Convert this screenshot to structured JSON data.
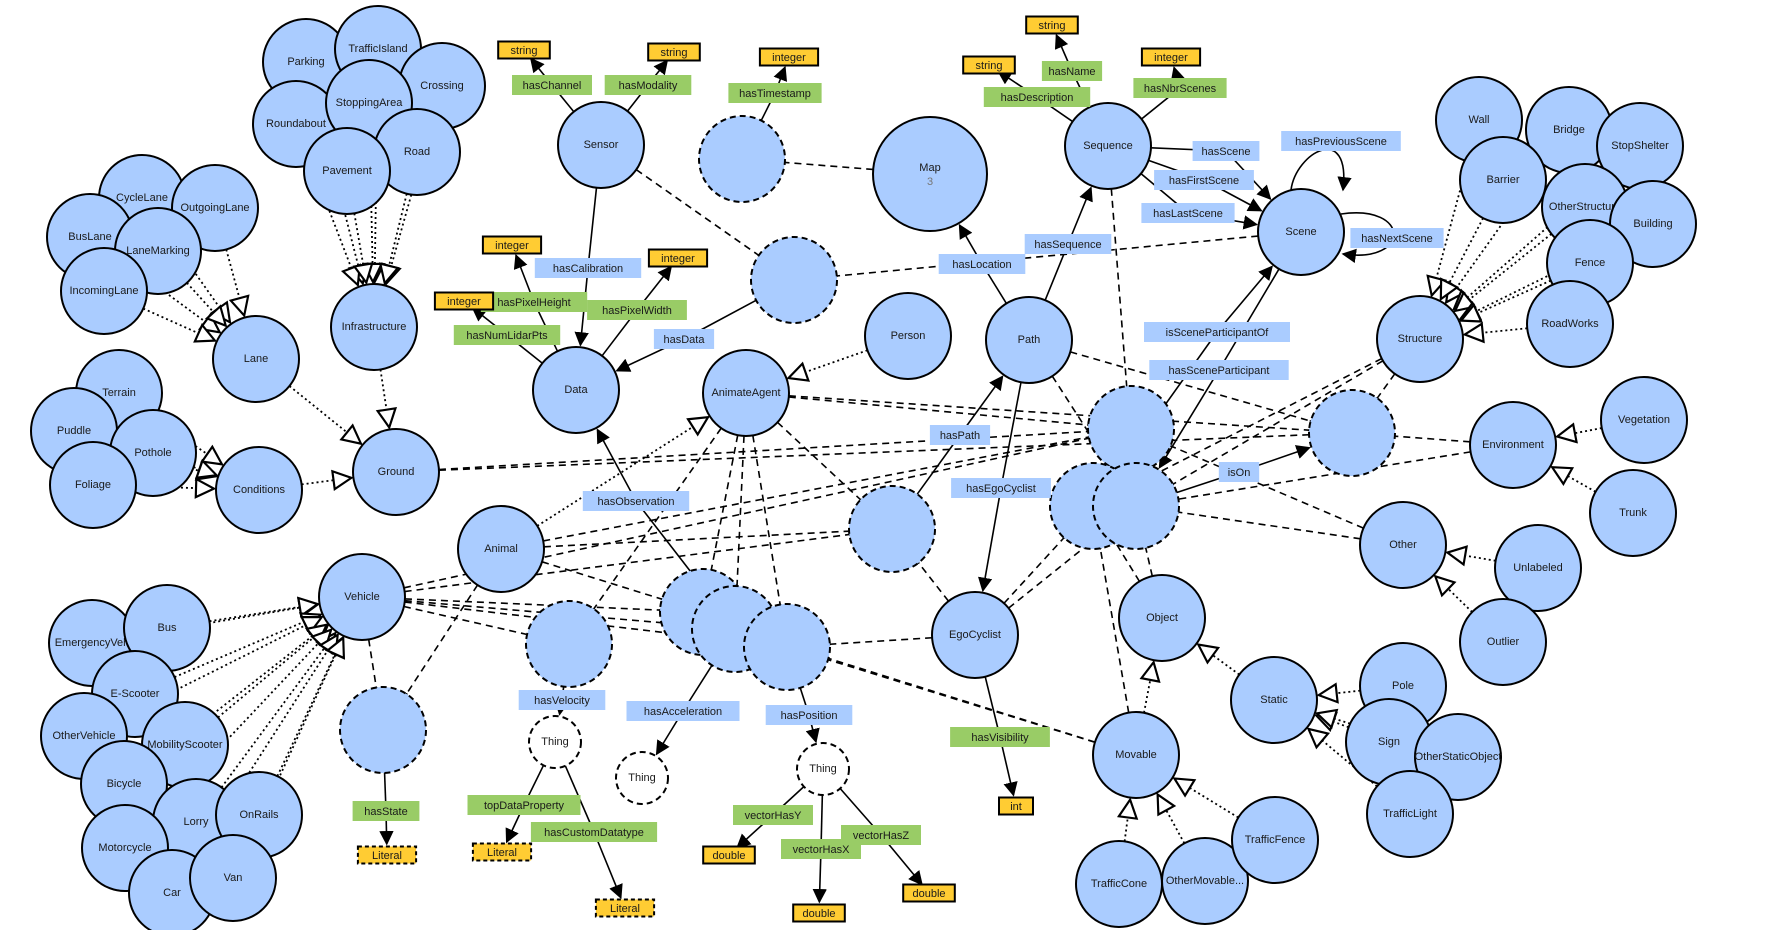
{
  "title": "Cycling scene ontology graph",
  "classes": [
    {
      "id": "parking",
      "label": "Parking"
    },
    {
      "id": "trafficisland",
      "label": "TrafficIsland"
    },
    {
      "id": "crossing",
      "label": "Crossing"
    },
    {
      "id": "roundabout",
      "label": "Roundabout"
    },
    {
      "id": "stoppingarea",
      "label": "StoppingArea"
    },
    {
      "id": "road",
      "label": "Road"
    },
    {
      "id": "pavement",
      "label": "Pavement"
    },
    {
      "id": "infrastructure",
      "label": "Infrastructure"
    },
    {
      "id": "cyclelane",
      "label": "CycleLane"
    },
    {
      "id": "outgoinglane",
      "label": "OutgoingLane"
    },
    {
      "id": "buslane",
      "label": "BusLane"
    },
    {
      "id": "lanemarking",
      "label": "LaneMarking"
    },
    {
      "id": "incominglane",
      "label": "IncomingLane"
    },
    {
      "id": "lane",
      "label": "Lane"
    },
    {
      "id": "terrain",
      "label": "Terrain"
    },
    {
      "id": "puddle",
      "label": "Puddle"
    },
    {
      "id": "pothole",
      "label": "Pothole"
    },
    {
      "id": "foliage",
      "label": "Foliage"
    },
    {
      "id": "conditions",
      "label": "Conditions"
    },
    {
      "id": "ground",
      "label": "Ground"
    },
    {
      "id": "sensor",
      "label": "Sensor"
    },
    {
      "id": "data",
      "label": "Data"
    },
    {
      "id": "map",
      "label": "Map",
      "sub": "3"
    },
    {
      "id": "sequence",
      "label": "Sequence"
    },
    {
      "id": "scene",
      "label": "Scene"
    },
    {
      "id": "person",
      "label": "Person"
    },
    {
      "id": "path",
      "label": "Path"
    },
    {
      "id": "animateagent",
      "label": "AnimateAgent"
    },
    {
      "id": "animal",
      "label": "Animal"
    },
    {
      "id": "vehicle",
      "label": "Vehicle"
    },
    {
      "id": "egocyclist",
      "label": "EgoCyclist"
    },
    {
      "id": "object",
      "label": "Object"
    },
    {
      "id": "movable",
      "label": "Movable"
    },
    {
      "id": "static",
      "label": "Static"
    },
    {
      "id": "structure",
      "label": "Structure"
    },
    {
      "id": "environment",
      "label": "Environment"
    },
    {
      "id": "other",
      "label": "Other"
    },
    {
      "id": "wall",
      "label": "Wall"
    },
    {
      "id": "bridge",
      "label": "Bridge"
    },
    {
      "id": "stopshelter",
      "label": "StopShelter"
    },
    {
      "id": "barrier",
      "label": "Barrier"
    },
    {
      "id": "otherstructure",
      "label": "OtherStructure"
    },
    {
      "id": "building",
      "label": "Building"
    },
    {
      "id": "fence",
      "label": "Fence"
    },
    {
      "id": "roadworks",
      "label": "RoadWorks"
    },
    {
      "id": "vegetation",
      "label": "Vegetation"
    },
    {
      "id": "trunk",
      "label": "Trunk"
    },
    {
      "id": "unlabeled",
      "label": "Unlabeled"
    },
    {
      "id": "outlier",
      "label": "Outlier"
    },
    {
      "id": "pole",
      "label": "Pole"
    },
    {
      "id": "sign",
      "label": "Sign"
    },
    {
      "id": "otherstaticobject",
      "label": "OtherStaticObject"
    },
    {
      "id": "trafficlight",
      "label": "TrafficLight"
    },
    {
      "id": "trafficcone",
      "label": "TrafficCone"
    },
    {
      "id": "othermovable",
      "label": "OtherMovable..."
    },
    {
      "id": "trafficfence",
      "label": "TrafficFence"
    },
    {
      "id": "emergencyveh",
      "label": "EmergencyVeh"
    },
    {
      "id": "bus",
      "label": "Bus"
    },
    {
      "id": "escooter",
      "label": "E-Scooter"
    },
    {
      "id": "othervehicle",
      "label": "OtherVehicle"
    },
    {
      "id": "mobilityscooter",
      "label": "MobilityScooter"
    },
    {
      "id": "bicycle",
      "label": "Bicycle"
    },
    {
      "id": "lorry",
      "label": "Lorry"
    },
    {
      "id": "onrails",
      "label": "OnRails"
    },
    {
      "id": "motorcycle",
      "label": "Motorcycle"
    },
    {
      "id": "car",
      "label": "Car"
    },
    {
      "id": "van",
      "label": "Van"
    }
  ],
  "things": [
    {
      "id": "thing1",
      "label": "Thing"
    },
    {
      "id": "thing2",
      "label": "Thing"
    },
    {
      "id": "thing3",
      "label": "Thing"
    }
  ],
  "object_properties": [
    {
      "id": "hasCalibration",
      "label": "hasCalibration"
    },
    {
      "id": "hasData",
      "label": "hasData"
    },
    {
      "id": "hasLocation",
      "label": "hasLocation"
    },
    {
      "id": "hasSequence",
      "label": "hasSequence"
    },
    {
      "id": "hasScene",
      "label": "hasScene"
    },
    {
      "id": "hasFirstScene",
      "label": "hasFirstScene"
    },
    {
      "id": "hasLastScene",
      "label": "hasLastScene"
    },
    {
      "id": "hasPreviousScene",
      "label": "hasPreviousScene"
    },
    {
      "id": "hasNextScene",
      "label": "hasNextScene"
    },
    {
      "id": "isSceneParticipantOf",
      "label": "isSceneParticipantOf"
    },
    {
      "id": "hasSceneParticipant",
      "label": "hasSceneParticipant"
    },
    {
      "id": "hasPath",
      "label": "hasPath"
    },
    {
      "id": "hasEgoCyclist",
      "label": "hasEgoCyclist"
    },
    {
      "id": "isOn",
      "label": "isOn"
    },
    {
      "id": "hasObservation",
      "label": "hasObservation"
    },
    {
      "id": "hasVelocity",
      "label": "hasVelocity"
    },
    {
      "id": "hasAcceleration",
      "label": "hasAcceleration"
    },
    {
      "id": "hasPosition",
      "label": "hasPosition"
    }
  ],
  "data_properties": [
    {
      "id": "hasChannel",
      "label": "hasChannel"
    },
    {
      "id": "hasModality",
      "label": "hasModality"
    },
    {
      "id": "hasTimestamp",
      "label": "hasTimestamp"
    },
    {
      "id": "hasPixelHeight",
      "label": "hasPixelHeight"
    },
    {
      "id": "hasPixelWidth",
      "label": "hasPixelWidth"
    },
    {
      "id": "hasNumLidarPts",
      "label": "hasNumLidarPts"
    },
    {
      "id": "hasName",
      "label": "hasName"
    },
    {
      "id": "hasDescription",
      "label": "hasDescription"
    },
    {
      "id": "hasNbrScenes",
      "label": "hasNbrScenes"
    },
    {
      "id": "hasVisibility",
      "label": "hasVisibility"
    },
    {
      "id": "hasState",
      "label": "hasState"
    },
    {
      "id": "topDataProperty",
      "label": "topDataProperty"
    },
    {
      "id": "hasCustomDatatype",
      "label": "hasCustomDatatype"
    },
    {
      "id": "vectorHasY",
      "label": "vectorHasY"
    },
    {
      "id": "vectorHasX",
      "label": "vectorHasX"
    },
    {
      "id": "vectorHasZ",
      "label": "vectorHasZ"
    }
  ],
  "datatypes": [
    {
      "id": "dt_channel",
      "label": "string"
    },
    {
      "id": "dt_modality",
      "label": "string"
    },
    {
      "id": "dt_timestamp",
      "label": "integer"
    },
    {
      "id": "dt_pixelheight",
      "label": "integer"
    },
    {
      "id": "dt_pixelwidth",
      "label": "integer"
    },
    {
      "id": "dt_numlidar",
      "label": "integer"
    },
    {
      "id": "dt_name",
      "label": "string"
    },
    {
      "id": "dt_description",
      "label": "string"
    },
    {
      "id": "dt_nbrscenes",
      "label": "integer"
    },
    {
      "id": "dt_visibility",
      "label": "int"
    },
    {
      "id": "dt_state",
      "label": "Literal",
      "dashed": true
    },
    {
      "id": "dt_top",
      "label": "Literal",
      "dashed": true
    },
    {
      "id": "dt_custom",
      "label": "Literal",
      "dashed": true
    },
    {
      "id": "dt_y",
      "label": "double"
    },
    {
      "id": "dt_x",
      "label": "double"
    },
    {
      "id": "dt_z",
      "label": "double"
    }
  ],
  "colors": {
    "class_fill": "#aaccff",
    "object_property": "#aaccff",
    "data_property": "#99cc66",
    "datatype": "#ffcc33"
  }
}
